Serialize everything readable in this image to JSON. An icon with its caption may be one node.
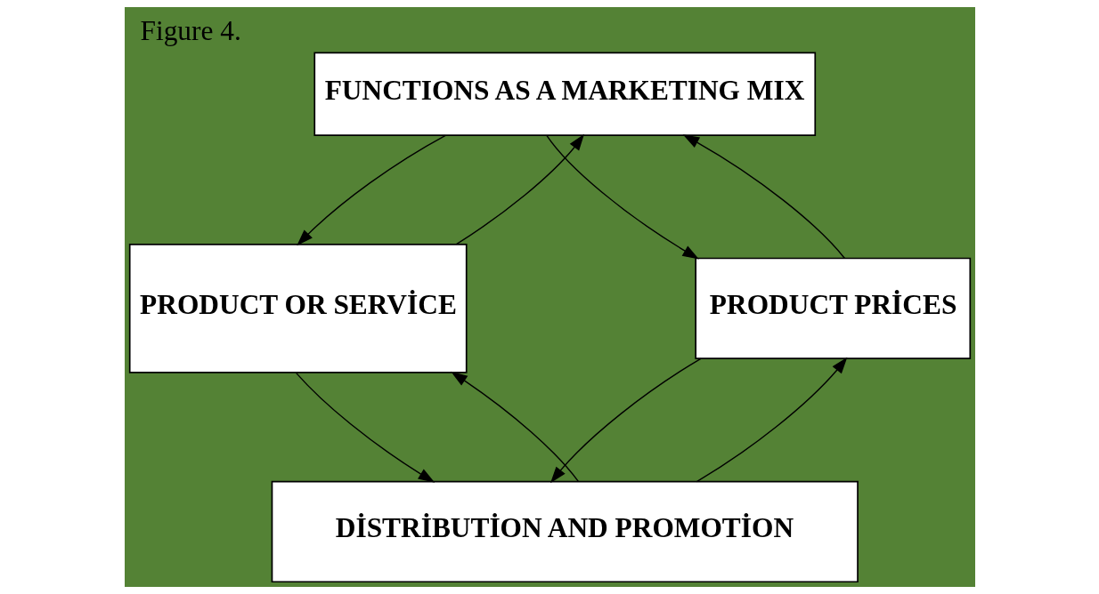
{
  "diagram": {
    "title": "Figure 4.",
    "nodes": [
      {
        "text": [
          "FUNCTIONS AS A MARKETING MIX"
        ]
      },
      {
        "text": [
          "PRODUCT OR SERVİCE"
        ]
      },
      {
        "text": [
          "PRODUCT PRİCES"
        ]
      },
      {
        "text": [
          "DİSTRİBUTİON AND PROMOTİON"
        ]
      }
    ],
    "edges": [
      {
        "from": 0,
        "to": 1,
        "arrow": "to"
      },
      {
        "from": 1,
        "to": 0,
        "arrow": "to"
      },
      {
        "from": 2,
        "to": 0,
        "arrow": "to"
      },
      {
        "from": 0,
        "to": 2,
        "arrow": "to"
      },
      {
        "from": 3,
        "to": 1,
        "arrow": "to"
      },
      {
        "from": 1,
        "to": 3,
        "arrow": "to"
      },
      {
        "from": 2,
        "to": 3,
        "arrow": "to"
      },
      {
        "from": 3,
        "to": 2,
        "arrow": "to"
      }
    ]
  }
}
